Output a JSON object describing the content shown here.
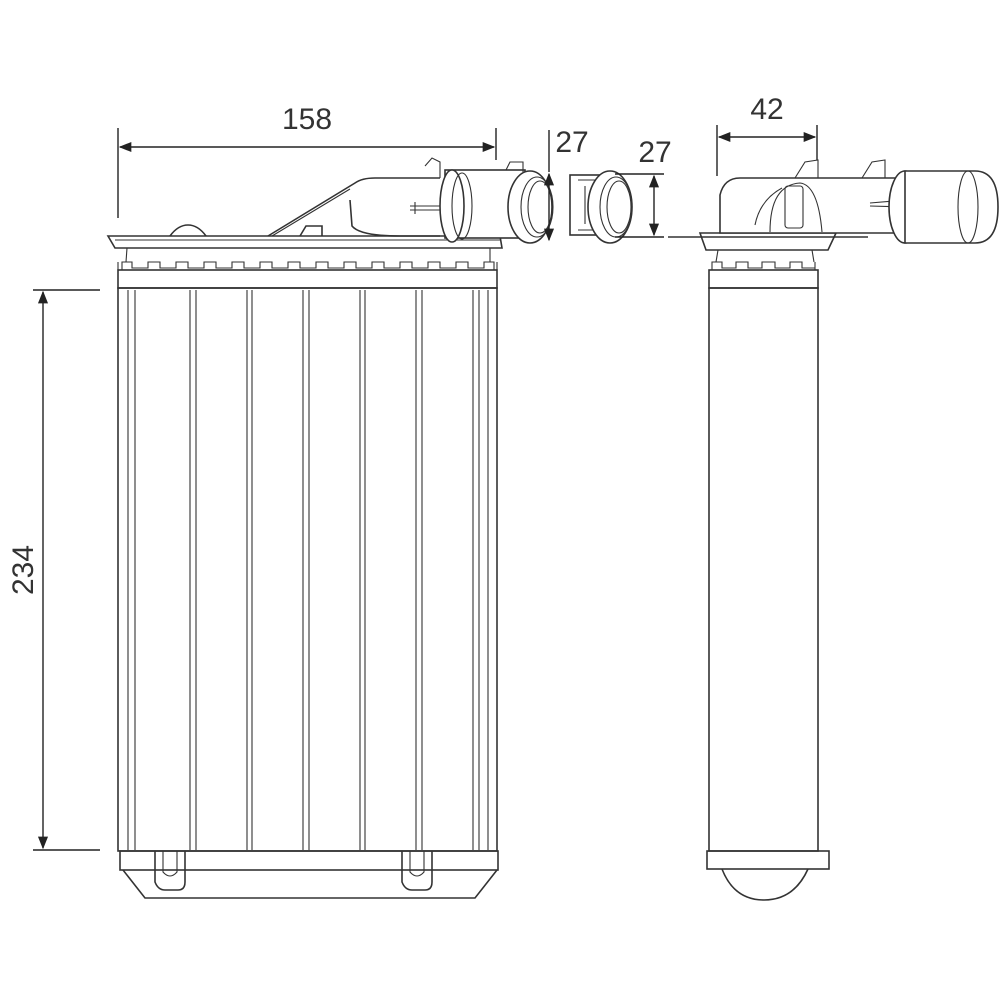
{
  "dimensions": {
    "width_front": "158",
    "height": "234",
    "depth": "42",
    "pipe_diameter_inlet": "27",
    "pipe_diameter_outlet": "27"
  },
  "colors": {
    "line": "#333333",
    "background": "#ffffff"
  }
}
